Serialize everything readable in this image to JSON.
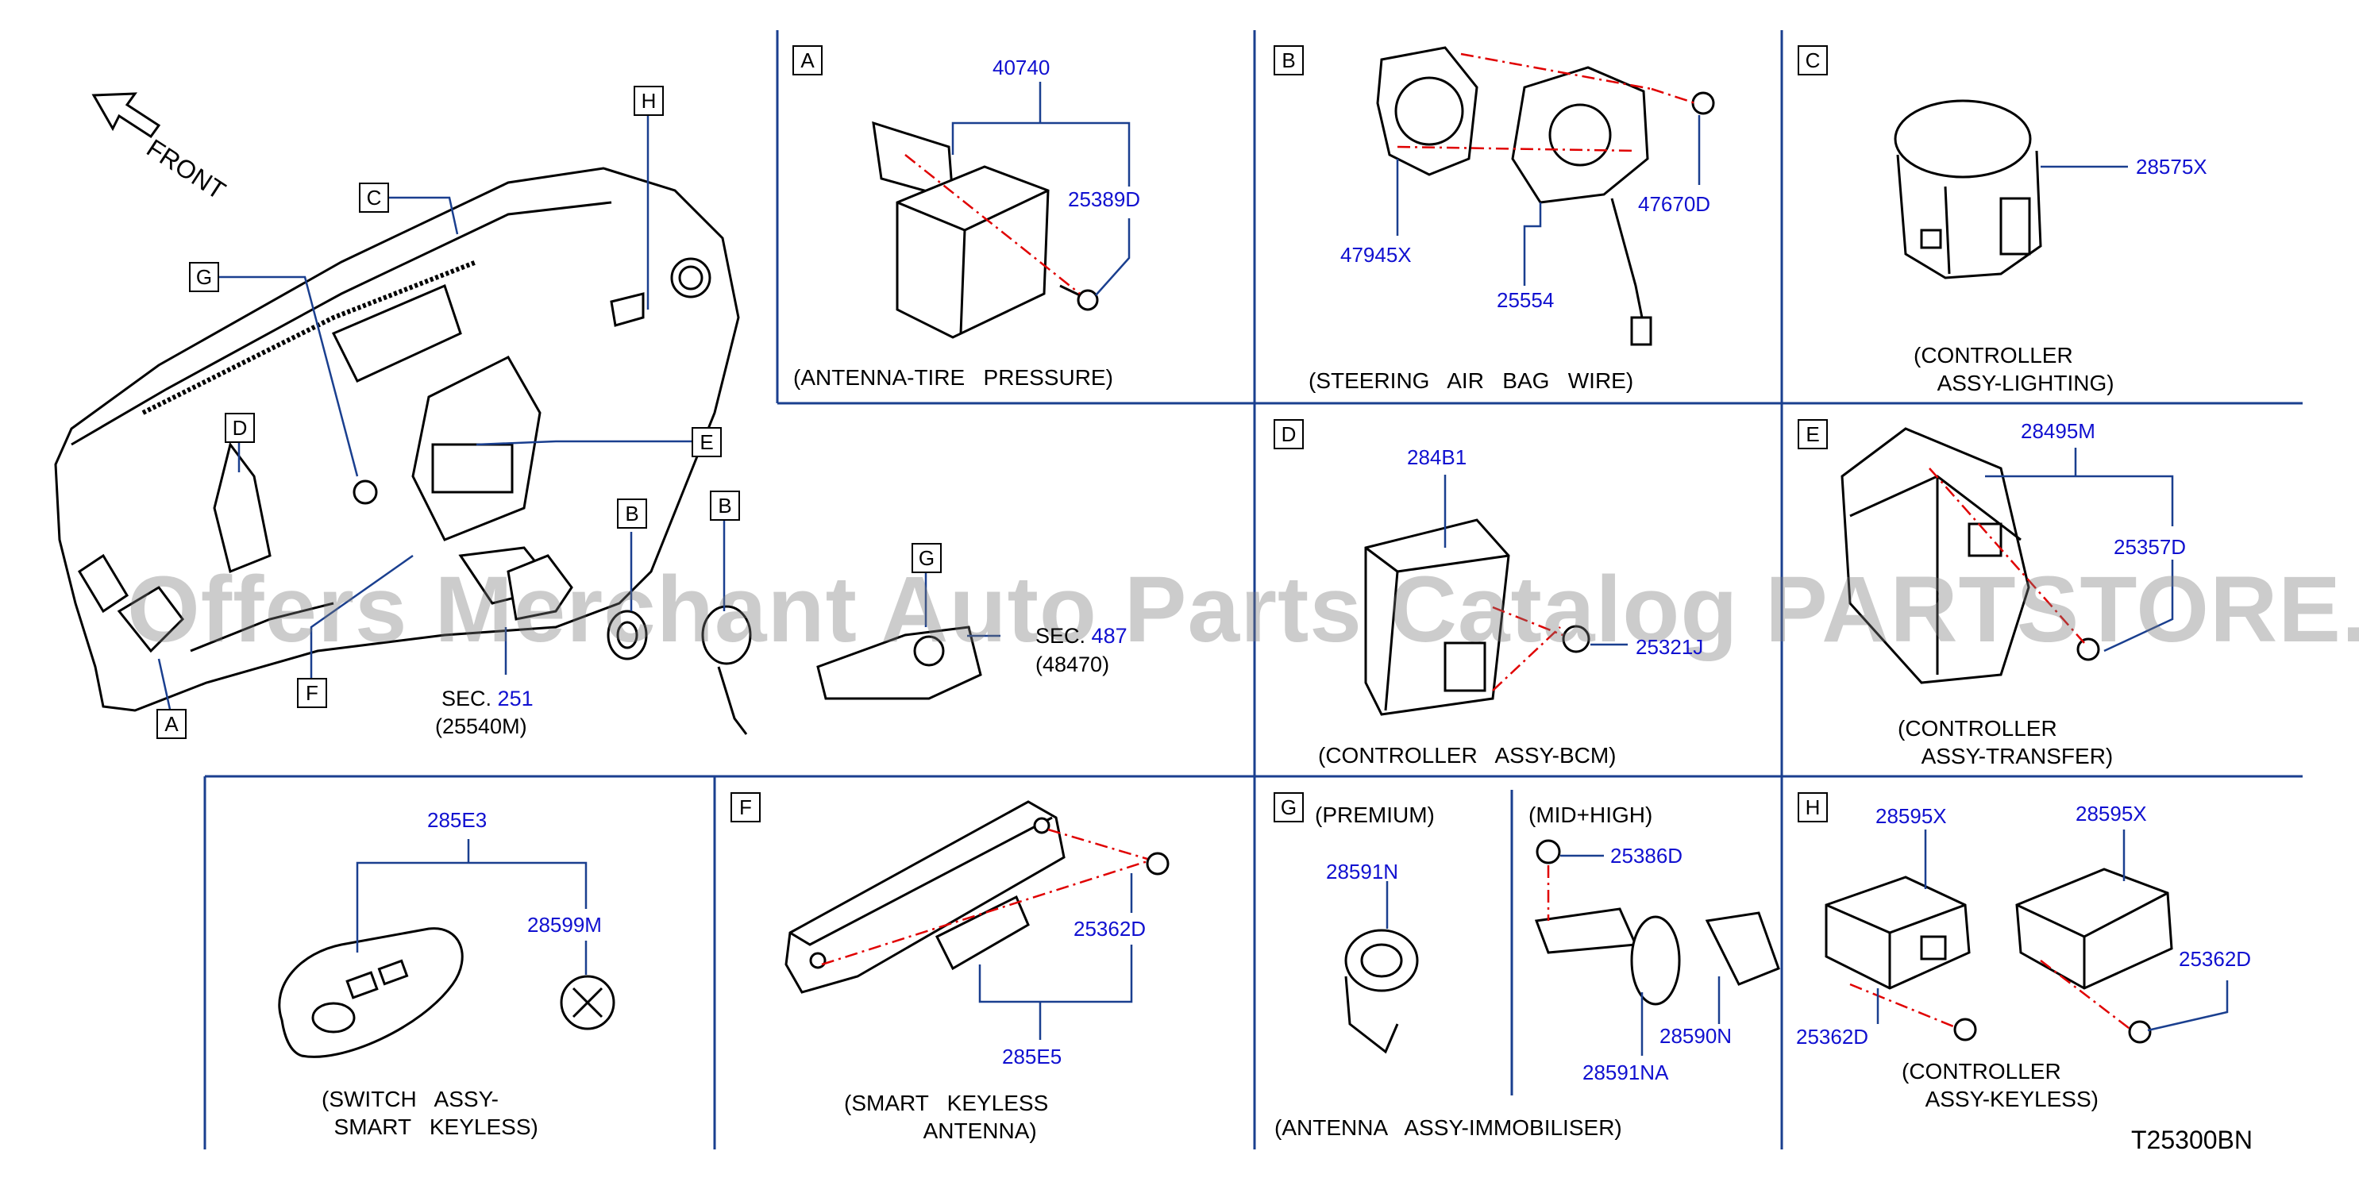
{
  "watermark": "Offers Merchant Auto Parts Catalog PARTSTORE.SA",
  "direction_label": "FRONT",
  "figure_code": "T25300BN",
  "overview": {
    "callouts": [
      "H",
      "C",
      "G",
      "D",
      "E",
      "B",
      "B",
      "G",
      "F",
      "A"
    ],
    "sec_251_prefix": "SEC.",
    "sec_251_num": "251",
    "sec_251_part": "(25540M)",
    "sec_487_prefix": "SEC.",
    "sec_487_num": "487",
    "sec_487_part": "(48470)"
  },
  "panels": {
    "A": {
      "letter": "A",
      "parts": [
        "40740",
        "25389D"
      ],
      "caption": "(ANTENNA-TIRE   PRESSURE)"
    },
    "B": {
      "letter": "B",
      "parts": [
        "47945X",
        "47670D",
        "25554"
      ],
      "caption": "(STEERING   AIR   BAG   WIRE)"
    },
    "C": {
      "letter": "C",
      "parts": [
        "28575X"
      ],
      "caption": "(CONTROLLER\n    ASSY-LIGHTING)"
    },
    "D": {
      "letter": "D",
      "parts": [
        "284B1",
        "25321J"
      ],
      "caption": "(CONTROLLER   ASSY-BCM)"
    },
    "E": {
      "letter": "E",
      "parts": [
        "28495M",
        "25357D"
      ],
      "caption": "(CONTROLLER\n    ASSY-TRANSFER)"
    },
    "K": {
      "parts": [
        "285E3",
        "28599M"
      ],
      "caption": "(SWITCH   ASSY-\n  SMART   KEYLESS)"
    },
    "F": {
      "letter": "F",
      "parts": [
        "25362D",
        "285E5"
      ],
      "caption": "(SMART   KEYLESS\n             ANTENNA)"
    },
    "G": {
      "letter": "G",
      "premium": "(PREMIUM)",
      "midhigh": "(MID+HIGH)",
      "parts": [
        "28591N",
        "25386D",
        "28590N",
        "28591NA"
      ],
      "caption": "(ANTENNA   ASSY-IMMOBILISER)"
    },
    "H": {
      "letter": "H",
      "parts": [
        "28595X",
        "28595X",
        "25362D",
        "25362D"
      ],
      "caption": "(CONTROLLER\n    ASSY-KEYLESS)"
    }
  }
}
